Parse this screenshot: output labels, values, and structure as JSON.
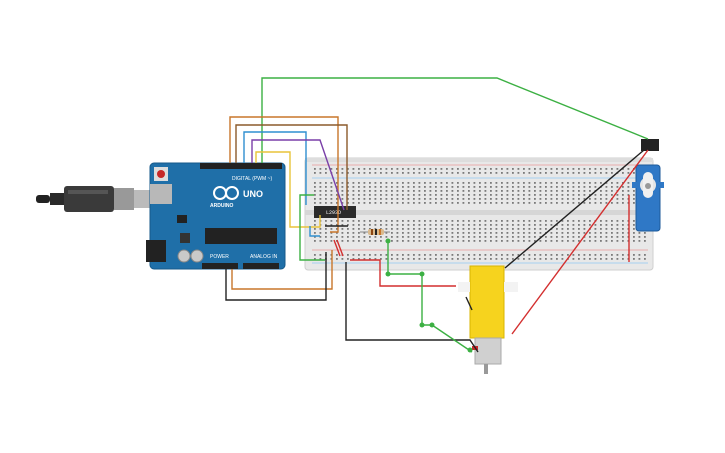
{
  "board": {
    "model": "UNO",
    "brand": "ARDUINO",
    "header_label": "DIGITAL (PWM ~)",
    "power_label": "POWER",
    "analog_label": "ANALOG IN",
    "brand_color": "#1f6fa8"
  },
  "driver_chip": {
    "label": "L293D"
  },
  "wire_colors": {
    "green": "#3cb043",
    "orange": "#c8762a",
    "brown": "#8b5a2b",
    "blue": "#2f8fd0",
    "purple": "#7a3fa8",
    "yellow": "#e8c43a",
    "red": "#d32f2f",
    "black": "#222222"
  },
  "icons": [
    "usb-cable-icon",
    "servo-motor-icon",
    "dc-gear-motor-icon",
    "resistor-icon"
  ]
}
